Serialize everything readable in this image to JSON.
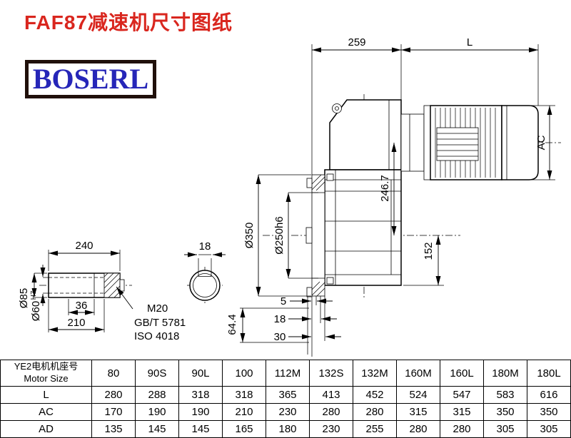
{
  "title": "FAF87减速机尺寸图纸",
  "logo": "BOSERL",
  "colors": {
    "title_red": "#d9261e",
    "logo_blue": "#2626b8",
    "logo_border": "#20100a"
  },
  "drawing": {
    "dims": {
      "d259": "259",
      "dL": "L",
      "dAC": "AC",
      "d350": "Ø350",
      "d250": "Ø250h6",
      "d2467": "246.7",
      "d152": "152",
      "d5": "5",
      "d18a": "18",
      "d30": "30",
      "d644": "64.4",
      "d240": "240",
      "d85": "Ø85",
      "d60": "Ø60",
      "d60sup": "H7",
      "d36": "36",
      "d210": "210",
      "d18b": "18",
      "m20": "M20",
      "gb": "GB/T 5781",
      "iso": "ISO 4018"
    }
  },
  "table": {
    "header_line1": "YE2电机机座号",
    "header_line2": "Motor Size",
    "columns": [
      "80",
      "90S",
      "90L",
      "100",
      "112M",
      "132S",
      "132M",
      "160M",
      "160L",
      "180M",
      "180L"
    ],
    "rows": [
      {
        "label": "L",
        "values": [
          "280",
          "288",
          "318",
          "318",
          "365",
          "413",
          "452",
          "524",
          "547",
          "583",
          "616"
        ]
      },
      {
        "label": "AC",
        "values": [
          "170",
          "190",
          "190",
          "210",
          "230",
          "280",
          "280",
          "315",
          "315",
          "350",
          "350"
        ]
      },
      {
        "label": "AD",
        "values": [
          "135",
          "145",
          "145",
          "165",
          "180",
          "230",
          "255",
          "280",
          "280",
          "305",
          "305"
        ]
      }
    ]
  }
}
